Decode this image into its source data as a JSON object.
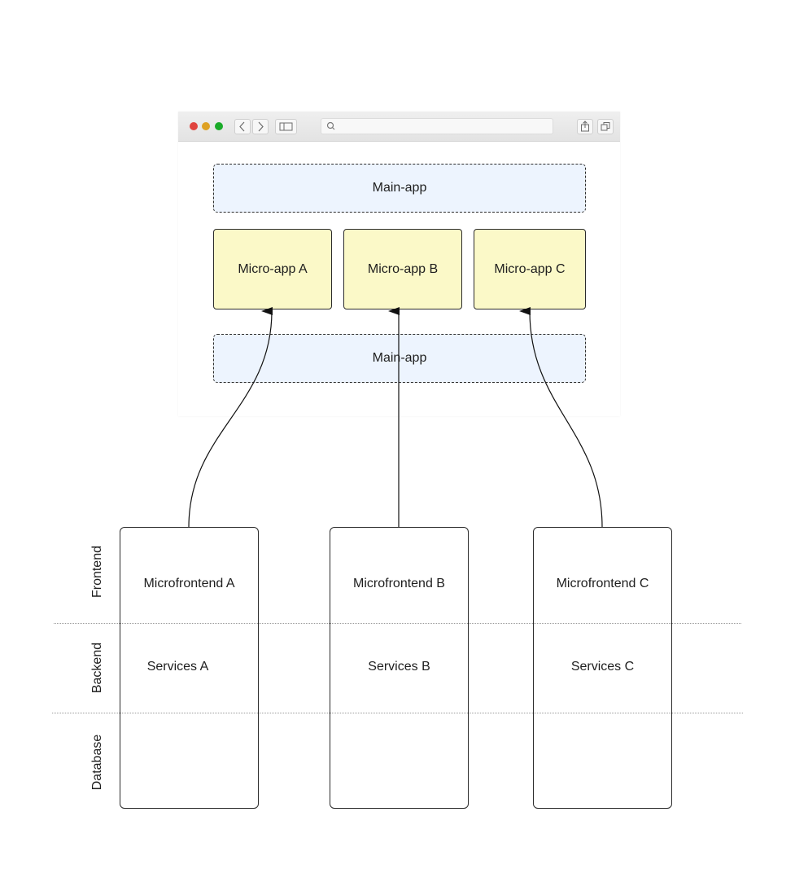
{
  "browser": {
    "traffic_lights": [
      "#e0443e",
      "#dea123",
      "#1aab29"
    ],
    "icons": [
      "chevron-left-icon",
      "chevron-right-icon",
      "sidebar-icon",
      "search-icon",
      "share-icon",
      "tabs-icon"
    ]
  },
  "main_app_top": {
    "label": "Main-app"
  },
  "main_app_bottom": {
    "label": "Main-app"
  },
  "micro_apps": [
    {
      "label": "Micro-app A"
    },
    {
      "label": "Micro-app B"
    },
    {
      "label": "Micro-app C"
    }
  ],
  "columns": [
    {
      "frontend": "Microfrontend A",
      "backend": "Services A"
    },
    {
      "frontend": "Microfrontend B",
      "backend": "Services B"
    },
    {
      "frontend": "Microfrontend C",
      "backend": "Services C"
    }
  ],
  "layers": {
    "frontend": "Frontend",
    "backend": "Backend",
    "database": "Database"
  },
  "colors": {
    "main_app_fill": "#edf4fe",
    "micro_app_fill": "#fbf9c8",
    "stroke": "#2b2b2b"
  }
}
